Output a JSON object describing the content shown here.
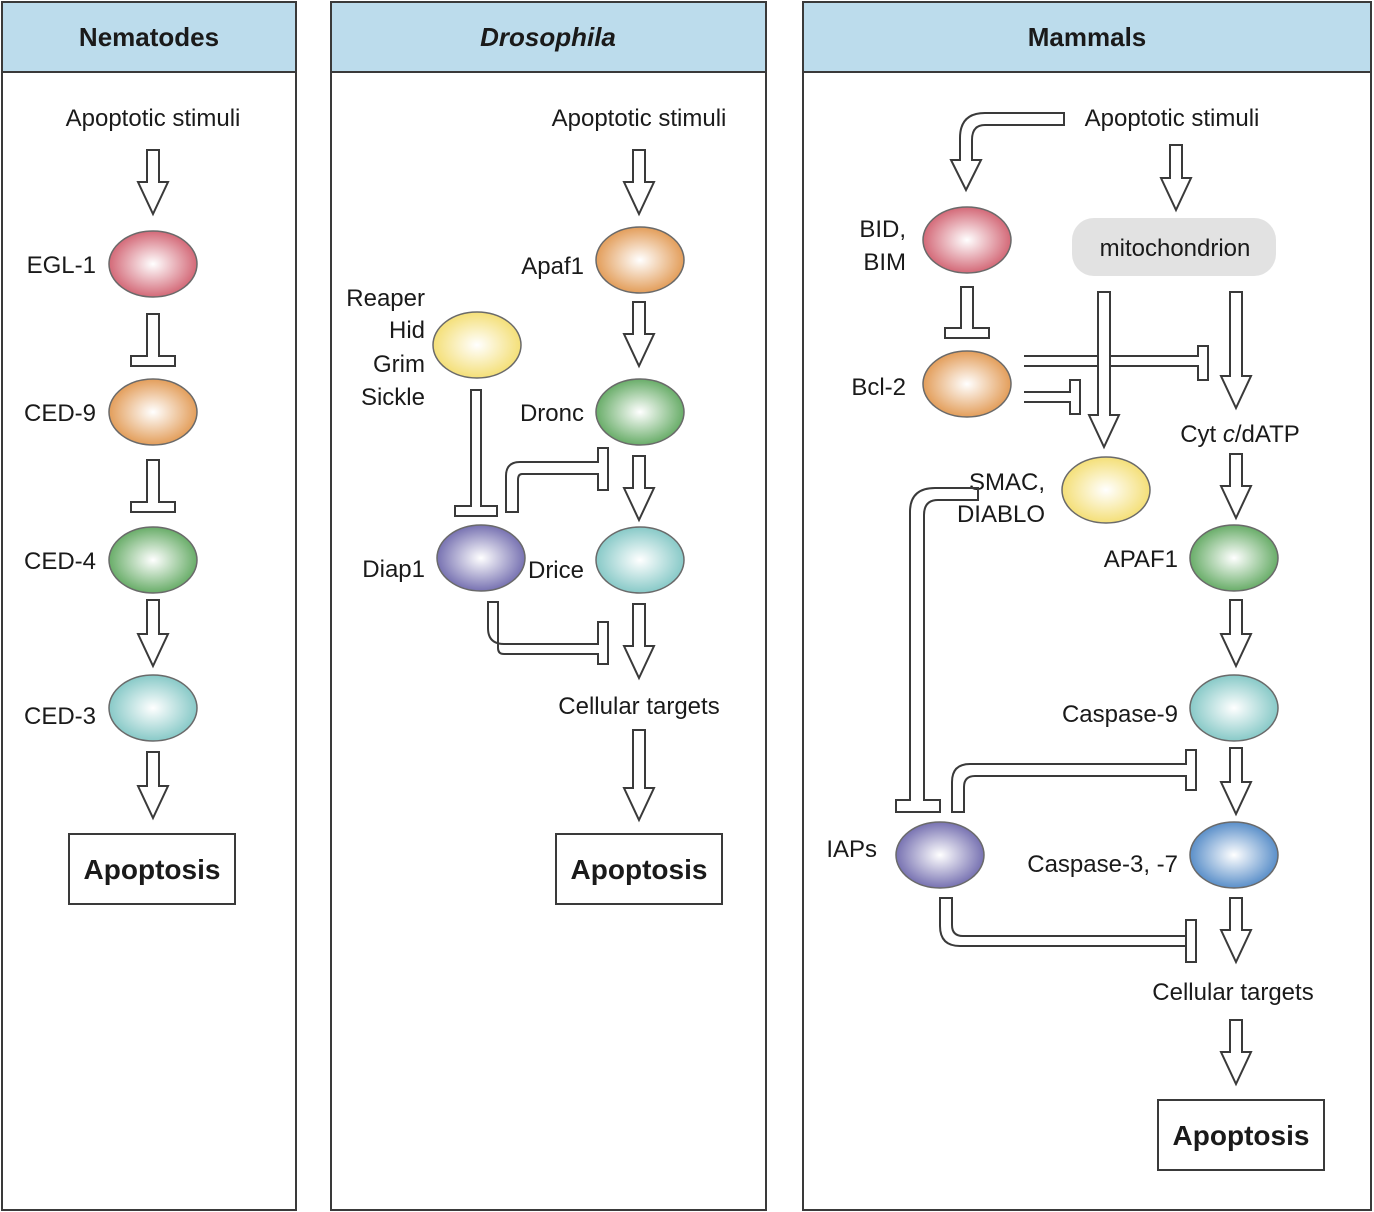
{
  "panels": {
    "nematodes": {
      "title": "Nematodes",
      "stimuli": "Apoptotic stimuli",
      "nodes": [
        "EGL-1",
        "CED-9",
        "CED-4",
        "CED-3"
      ],
      "output": "Apoptosis"
    },
    "drosophila": {
      "title": "Drosophila",
      "stimuli": "Apoptotic stimuli",
      "apaf1": "Apaf1",
      "dronc": "Dronc",
      "drice": "Drice",
      "diap1": "Diap1",
      "rhg_lines": [
        "Reaper",
        "Hid",
        "Grim",
        "Sickle"
      ],
      "targets": "Cellular targets",
      "output": "Apoptosis"
    },
    "mammals": {
      "title": "Mammals",
      "stimuli": "Apoptotic stimuli",
      "bid_lines": [
        "BID,",
        "BIM"
      ],
      "mitochondrion": "mitochondrion",
      "bcl2": "Bcl-2",
      "cytc_prefix": "Cyt ",
      "cytc_italic": "c",
      "cytc_suffix": "/dATP",
      "smac_lines": [
        "SMAC,",
        "DIABLO"
      ],
      "apaf1": "APAF1",
      "caspase9": "Caspase-9",
      "caspase37": "Caspase-3, -7",
      "iaps": "IAPs",
      "targets": "Cellular targets",
      "output": "Apoptosis"
    }
  },
  "colors": {
    "header_fill": "#bcdcec",
    "red": "#cf5a6a",
    "orange": "#e0944a",
    "green": "#5aa55a",
    "cyan": "#7cc4c2",
    "yellow": "#f3dc6a",
    "purple": "#6a64aa",
    "blue": "#4a84c4"
  }
}
